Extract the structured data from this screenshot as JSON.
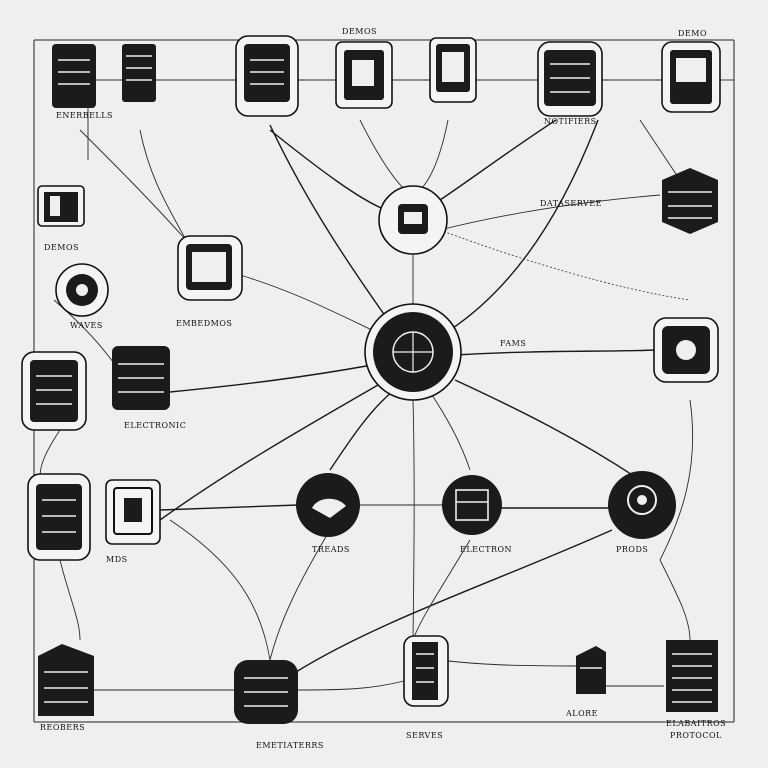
{
  "diagram": {
    "labels": {
      "top_center": "DEMOS",
      "top_right": "DEMO",
      "hub_side": "FAMS",
      "node_b": "DEMOS",
      "node_c": "WAVES",
      "node_d": "EMBEDMOS",
      "node_e": "ELECTRONIC",
      "node_f": "MDS",
      "node_g": "TREADS",
      "node_h": "ELECTRON",
      "node_i": "PRODS",
      "node_j": "REOBERS",
      "node_k": "EMETIATERRS",
      "node_l": "SERVES",
      "node_m": "ALORE",
      "node_n": "ELABAITROS",
      "node_o": "PROTOCOL",
      "node_p": "ENERBELLS",
      "node_q": "NOTIFIERS",
      "node_r": "DATASERVEE"
    }
  }
}
